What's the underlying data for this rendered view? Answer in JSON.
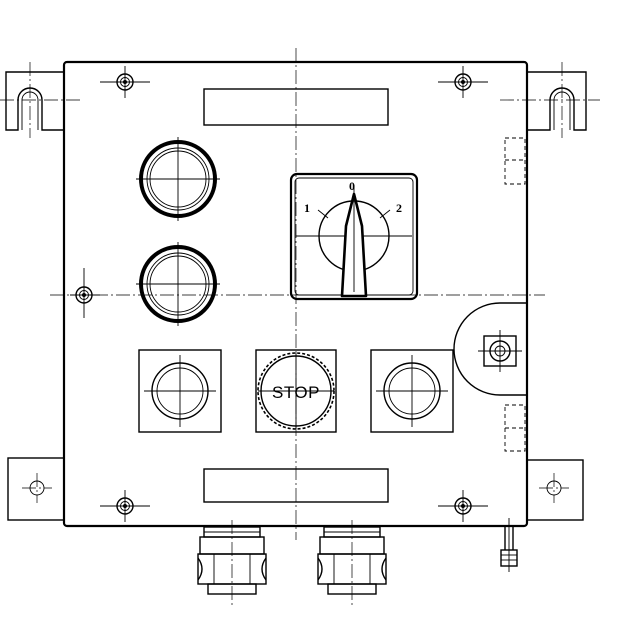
{
  "selector_switch": {
    "position_left": "1",
    "position_center": "0",
    "position_right": "2"
  },
  "stop_button": {
    "label": "STOP"
  }
}
